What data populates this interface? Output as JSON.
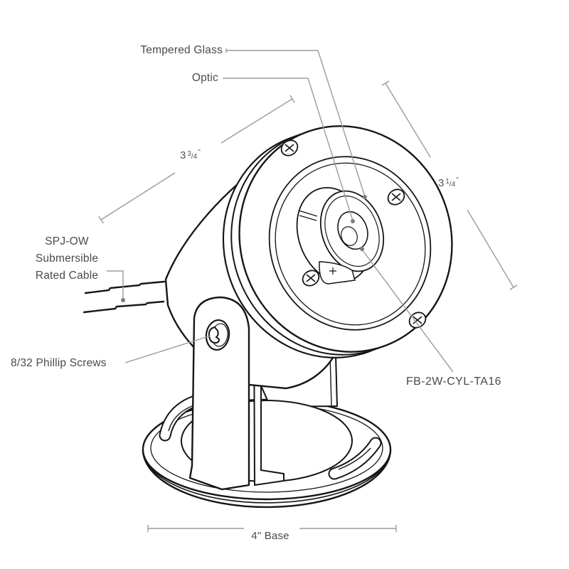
{
  "diagram": {
    "labels": {
      "tempered_glass": "Tempered Glass",
      "optic": "Optic",
      "cable": {
        "line1": "SPJ-OW",
        "line2": "Submersible",
        "line3": "Rated Cable"
      },
      "screws": "8/32 Phillip Screws",
      "model": "FB-2W-CYL-TA16",
      "base": "4\" Base"
    },
    "dimensions": {
      "width": {
        "whole": "3",
        "num": "3",
        "sep": "/",
        "den": "4",
        "unit": "\""
      },
      "depth": {
        "whole": "3",
        "num": "1",
        "sep": "/",
        "den": "4",
        "unit": "\""
      }
    },
    "colors": {
      "drawing_line": "#161616",
      "annotation_line": "#9b9b9b",
      "text": "#4a4a4a",
      "background": "#ffffff"
    }
  }
}
